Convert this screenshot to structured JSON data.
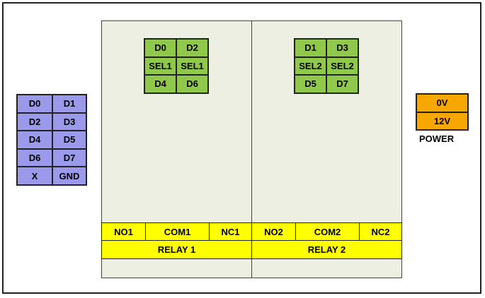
{
  "input_header": {
    "pins": [
      [
        "D0",
        "D1"
      ],
      [
        "D2",
        "D3"
      ],
      [
        "D4",
        "D5"
      ],
      [
        "D6",
        "D7"
      ],
      [
        "X",
        "GND"
      ]
    ],
    "color": "#9a99ea"
  },
  "relay1": {
    "select_header": [
      [
        "D0",
        "D2"
      ],
      [
        "SEL1",
        "SEL1"
      ],
      [
        "D4",
        "D6"
      ]
    ],
    "terminals": [
      "NO1",
      "COM1",
      "NC1"
    ],
    "label": "RELAY 1"
  },
  "relay2": {
    "select_header": [
      [
        "D1",
        "D3"
      ],
      [
        "SEL2",
        "SEL2"
      ],
      [
        "D5",
        "D7"
      ]
    ],
    "terminals": [
      "NO2",
      "COM2",
      "NC2"
    ],
    "label": "RELAY 2"
  },
  "power": {
    "pins": [
      "0V",
      "12V"
    ],
    "label": "POWER",
    "color": "#f6a800"
  },
  "colors": {
    "select_header": "#8fc84a",
    "relay_terminal": "#ffff00",
    "relay_panel": "#ecefe2"
  }
}
